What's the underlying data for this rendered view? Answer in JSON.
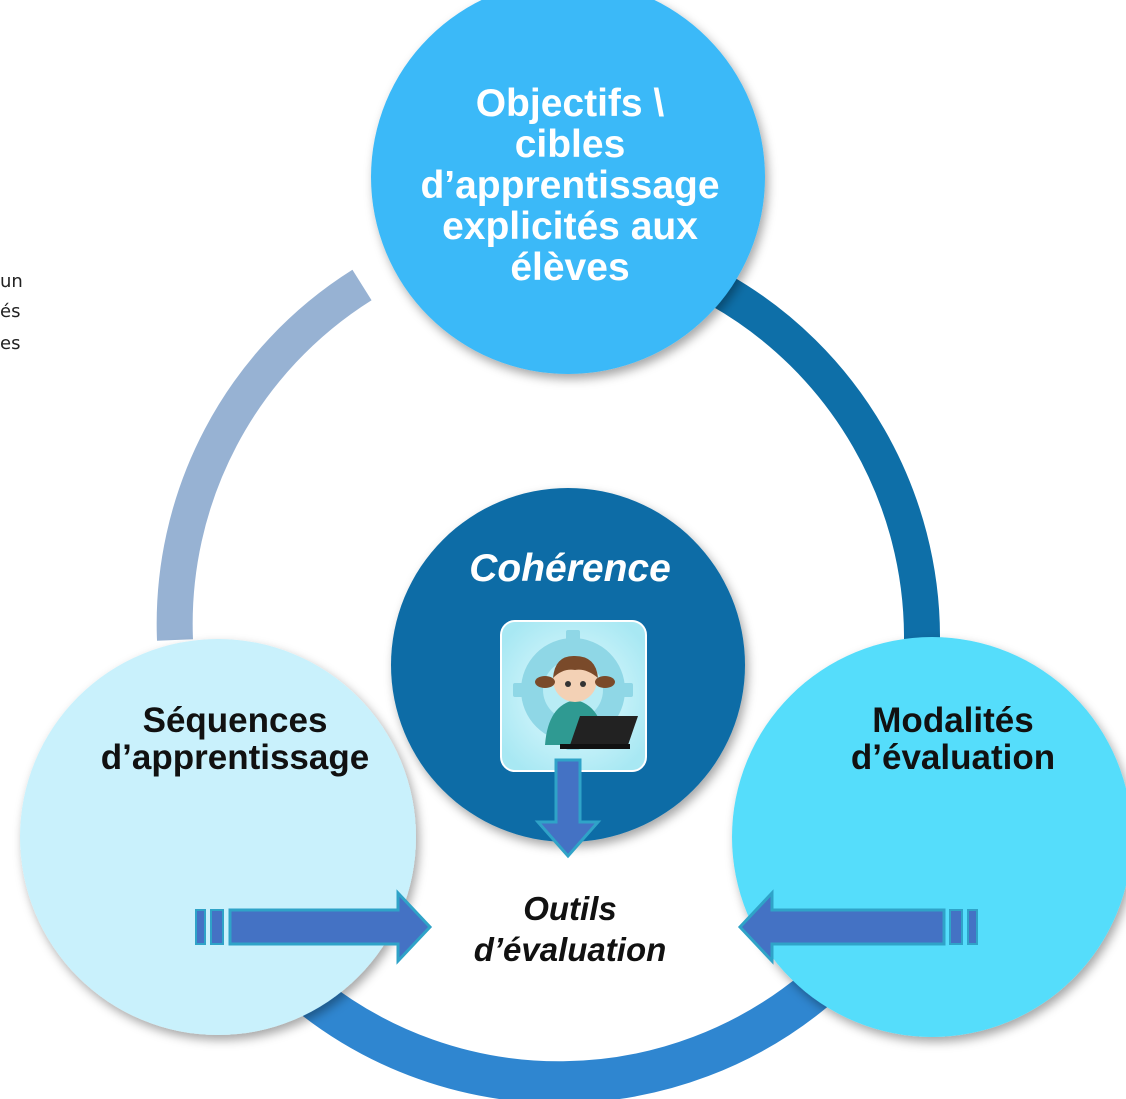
{
  "side_text": [
    "un",
    "és",
    "es"
  ],
  "nodes": {
    "top": {
      "lines": [
        "Objectifs \\",
        "cibles",
        "d’apprentissage",
        "explicités aux",
        "élèves"
      ]
    },
    "left": {
      "lines": [
        "Séquences",
        "d’apprentissage"
      ]
    },
    "right": {
      "lines": [
        "Modalités",
        "d’évaluation"
      ]
    },
    "center": {
      "label": "Cohérence"
    },
    "bottom": {
      "lines": [
        "Outils",
        "d’évaluation"
      ]
    }
  },
  "colors": {
    "top_circle": "#3bb9f8",
    "left_circle": "#c9f1fc",
    "right_circle": "#55ddfb",
    "center_circle": "#0a6ca6",
    "ring_left": "#97b2d3",
    "ring_right": "#0e6fa8",
    "ring_bottom": "#2f86d0",
    "arrow_fill": "#4472c4",
    "arrow_stroke": "#2fa3c8"
  },
  "icons": {
    "center": "student-at-laptop-icon"
  }
}
